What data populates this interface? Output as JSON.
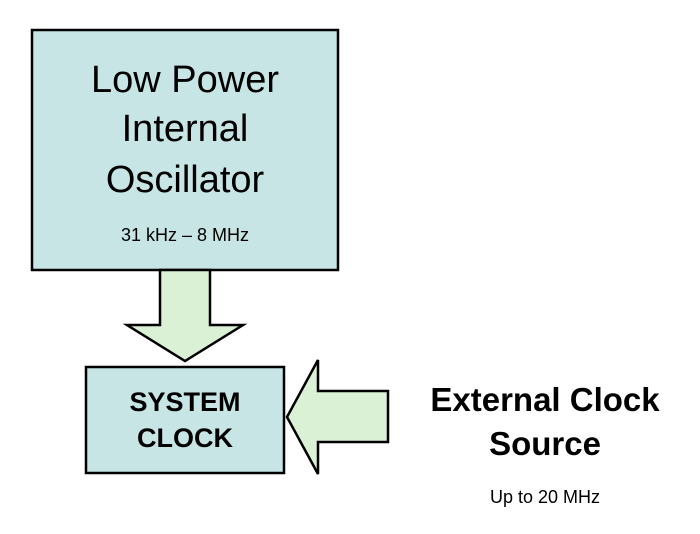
{
  "colors": {
    "box_fill": "#c6e5e4",
    "arrow_fill": "#daf1d5",
    "stroke": "#000000",
    "background": "#ffffff"
  },
  "oscillator": {
    "title_lines": [
      "Low Power",
      "Internal",
      "Oscillator"
    ],
    "range": "31 kHz – 8 MHz"
  },
  "system_clock": {
    "lines": [
      "SYSTEM",
      "CLOCK"
    ]
  },
  "external_clock": {
    "title_lines": [
      "External Clock",
      "Source"
    ],
    "range": "Up to 20 MHz"
  }
}
